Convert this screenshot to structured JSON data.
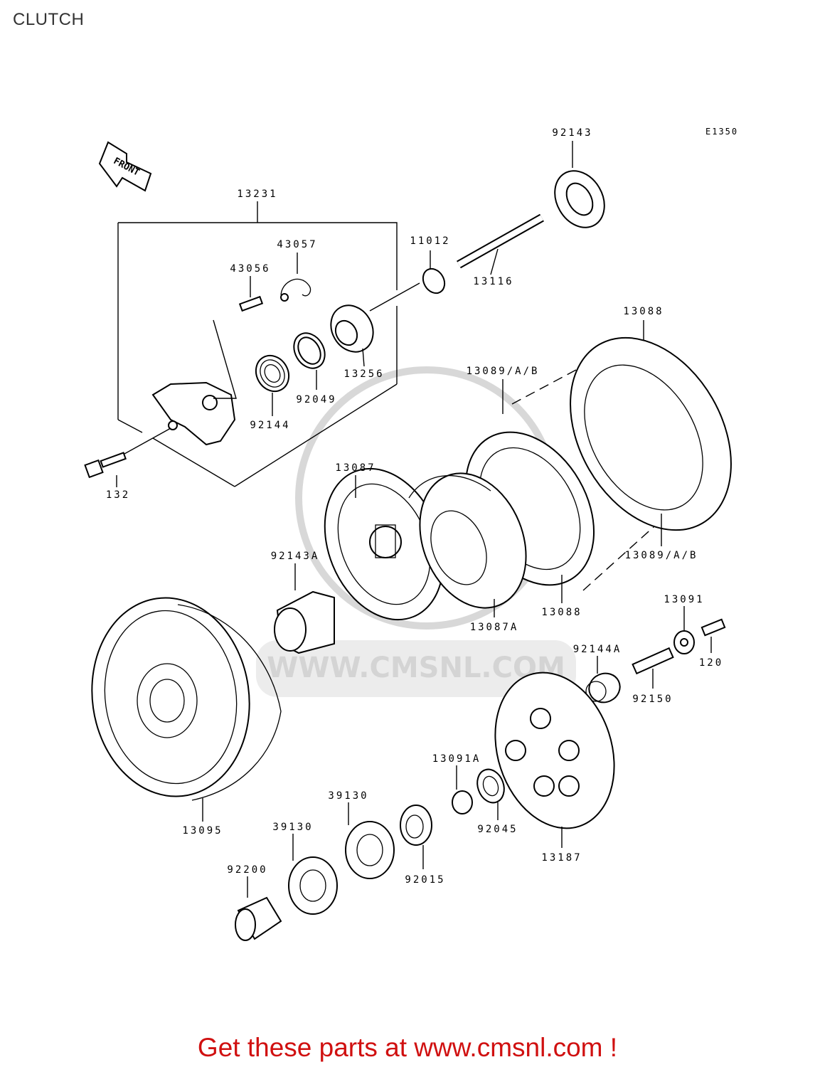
{
  "page": {
    "title": "CLUTCH",
    "diagram_code": "E1350",
    "front_arrow": "FRONT",
    "footer": "Get these parts at www.cmsnl.com !",
    "watermark": "WWW.CMSNL.COM"
  },
  "labels": {
    "p92143": "92143",
    "p13231": "13231",
    "p43057": "43057",
    "p43056": "43056",
    "p11012": "11012",
    "p13116": "13116",
    "p13088_top": "13088",
    "p13256": "13256",
    "p13089_top": "13089/A/B",
    "p92049": "92049",
    "p92144": "92144",
    "p132": "132",
    "p13087": "13087",
    "p92143A": "92143A",
    "p13089_bottom": "13089/A/B",
    "p13091": "13091",
    "p13088_bottom": "13088",
    "p13087A": "13087A",
    "p92144A": "92144A",
    "p120": "120",
    "p92150": "92150",
    "p13091A": "13091A",
    "p39130_a": "39130",
    "p39130_b": "39130",
    "p92045": "92045",
    "p13095": "13095",
    "p92200": "92200",
    "p92015": "92015",
    "p13187": "13187"
  }
}
